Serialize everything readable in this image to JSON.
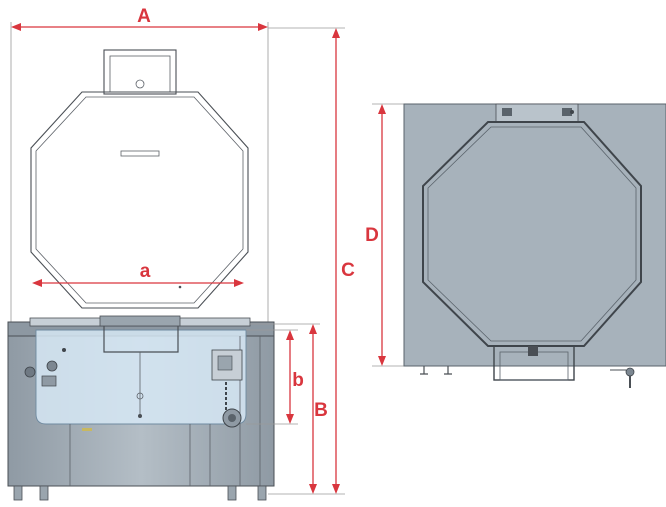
{
  "colors": {
    "dimension": "#d9363e",
    "body_gray": "#a8b3bc",
    "body_dark": "#7c8791",
    "top_view_fill": "#a4afb8",
    "tank_blue": "#cfe3f2",
    "outline": "#4a4f55"
  },
  "dimensions": {
    "A": "A",
    "a": "a",
    "B": "B",
    "b": "b",
    "C": "C",
    "D": "D"
  }
}
